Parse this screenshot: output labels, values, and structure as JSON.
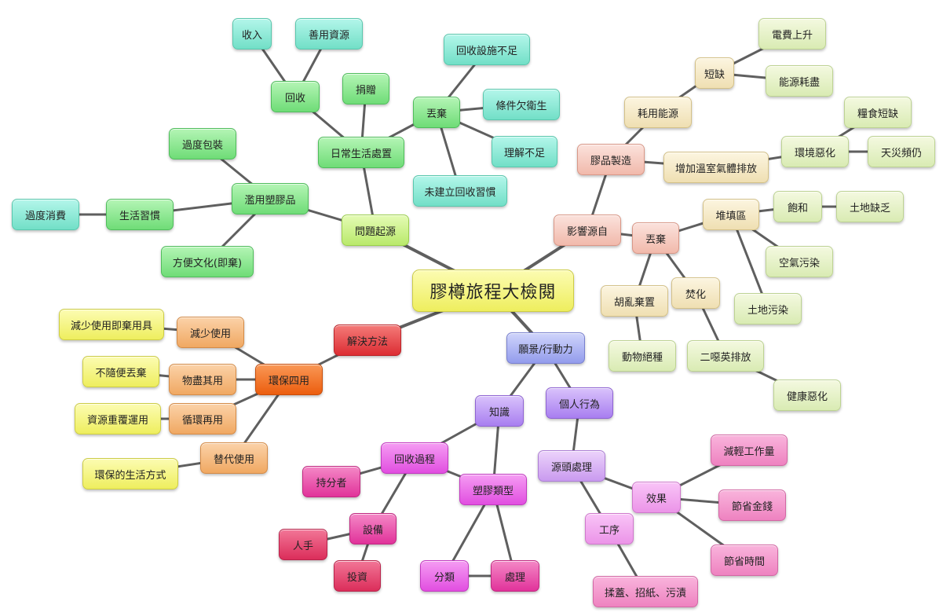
{
  "title": "膠樽旅程大檢閱",
  "nodes": {
    "center": "膠樽旅程大檢閱",
    "wenti": "問題起源",
    "richang": "日常生活處置",
    "huishou": "回收",
    "shouru": "收入",
    "shanyong": "善用資源",
    "juanzeng": "捐贈",
    "diuqi1": "丟棄",
    "huishousheshi": "回收設施不足",
    "tiaojian": "條件欠衛生",
    "lijie": "理解不足",
    "weijianli": "未建立回收習慣",
    "lanyong": "濫用塑膠品",
    "guodubaozhuang": "過度包裝",
    "shenghuoxiguan": "生活習慣",
    "guoduxiaofei": "過度消費",
    "fangbian": "方便文化(即棄)",
    "yingxiang": "影響源自",
    "jiaopinzhizao": "膠品製造",
    "haoyong": "耗用能源",
    "duanque": "短缺",
    "dianfei": "電費上升",
    "nengyuan": "能源耗盡",
    "zengjia": "增加溫室氣體排放",
    "huanjing": "環境惡化",
    "liangshi": "糧食短缺",
    "tianzai": "天災頻仍",
    "diuqi2": "丟棄",
    "tiantian": "堆填區",
    "baohe": "飽和",
    "tudiqueфа": "土地缺乏",
    "kongqi": "空氣污染",
    "tudiwuran": "土地污染",
    "fenhua": "焚化",
    "eryingying": "二噁英排放",
    "jiankang": "健康惡化",
    "huluan": "胡亂棄置",
    "dongwu": "動物絕種",
    "jiejue": "解決方法",
    "huanbaosiyong": "環保四用",
    "jianshao": "減少使用",
    "jianshaojiqi": "減少使用即棄用具",
    "wujin": "物盡其用",
    "busuibian": "不隨便丟棄",
    "xunhuan": "循環再用",
    "ziyuan": "資源重覆運用",
    "tidai": "替代使用",
    "huanbaoshenghuo": "環保的生活方式",
    "yuanjing": "願景/行動力",
    "zhishi": "知識",
    "geren": "個人行為",
    "huishouguocheng": "回收過程",
    "chifenzhe": "持分者",
    "shebei": "設備",
    "renshou": "人手",
    "touzi": "投資",
    "sujiao": "塑膠類型",
    "fenlei": "分類",
    "chuli": "處理",
    "yuantou": "源頭處理",
    "xiaoguo": "效果",
    "jianqing": "減輕工作量",
    "jiesheng": "節省金錢",
    "jieshi": "節省時間",
    "gongxu": "工序",
    "rougai": "揉蓋、招紙、污漬"
  },
  "edges": [
    [
      "center",
      "wenti"
    ],
    [
      "wenti",
      "richang"
    ],
    [
      "richang",
      "huishou"
    ],
    [
      "huishou",
      "shouru"
    ],
    [
      "huishou",
      "shanyong"
    ],
    [
      "richang",
      "juanzeng"
    ],
    [
      "richang",
      "diuqi1"
    ],
    [
      "diuqi1",
      "huishousheshi"
    ],
    [
      "diuqi1",
      "tiaojian"
    ],
    [
      "diuqi1",
      "lijie"
    ],
    [
      "diuqi1",
      "weijianli"
    ],
    [
      "wenti",
      "lanyong"
    ],
    [
      "lanyong",
      "guodubaozhuang"
    ],
    [
      "lanyong",
      "shenghuoxiguan"
    ],
    [
      "shenghuoxiguan",
      "guoduxiaofei"
    ],
    [
      "lanyong",
      "fangbian"
    ],
    [
      "center",
      "yingxiang"
    ],
    [
      "yingxiang",
      "jiaopinzhizao"
    ],
    [
      "jiaopinzhizao",
      "haoyong"
    ],
    [
      "haoyong",
      "duanque"
    ],
    [
      "duanque",
      "dianfei"
    ],
    [
      "duanque",
      "nengyuan"
    ],
    [
      "jiaopinzhizao",
      "zengjia"
    ],
    [
      "zengjia",
      "huanjing"
    ],
    [
      "huanjing",
      "liangshi"
    ],
    [
      "huanjing",
      "tianzai"
    ],
    [
      "yingxiang",
      "diuqi2"
    ],
    [
      "diuqi2",
      "tiantian"
    ],
    [
      "tiantian",
      "baohe"
    ],
    [
      "baohe",
      "tudiqueфа"
    ],
    [
      "tiantian",
      "kongqi"
    ],
    [
      "tiantian",
      "tudiwuran"
    ],
    [
      "diuqi2",
      "fenhua"
    ],
    [
      "fenhua",
      "eryingying"
    ],
    [
      "eryingying",
      "jiankang"
    ],
    [
      "diuqi2",
      "huluan"
    ],
    [
      "huluan",
      "dongwu"
    ],
    [
      "center",
      "jiejue"
    ],
    [
      "jiejue",
      "huanbaosiyong"
    ],
    [
      "huanbaosiyong",
      "jianshao"
    ],
    [
      "jianshao",
      "jianshaojiqi"
    ],
    [
      "huanbaosiyong",
      "wujin"
    ],
    [
      "wujin",
      "busuibian"
    ],
    [
      "huanbaosiyong",
      "xunhuan"
    ],
    [
      "xunhuan",
      "ziyuan"
    ],
    [
      "huanbaosiyong",
      "tidai"
    ],
    [
      "tidai",
      "huanbaoshenghuo"
    ],
    [
      "center",
      "yuanjing"
    ],
    [
      "yuanjing",
      "zhishi"
    ],
    [
      "yuanjing",
      "geren"
    ],
    [
      "zhishi",
      "huishouguocheng"
    ],
    [
      "huishouguocheng",
      "chifenzhe"
    ],
    [
      "huishouguocheng",
      "shebei"
    ],
    [
      "shebei",
      "renshou"
    ],
    [
      "shebei",
      "touzi"
    ],
    [
      "huishouguocheng",
      "sujiao"
    ],
    [
      "zhishi",
      "sujiao"
    ],
    [
      "sujiao",
      "fenlei"
    ],
    [
      "sujiao",
      "chuli"
    ],
    [
      "fenlei",
      "chuli"
    ],
    [
      "geren",
      "yuantou"
    ],
    [
      "yuantou",
      "xiaoguo"
    ],
    [
      "xiaoguo",
      "jianqing"
    ],
    [
      "xiaoguo",
      "jiesheng"
    ],
    [
      "xiaoguo",
      "jieshi"
    ],
    [
      "yuantou",
      "gongxu"
    ],
    [
      "gongxu",
      "rougai"
    ]
  ]
}
